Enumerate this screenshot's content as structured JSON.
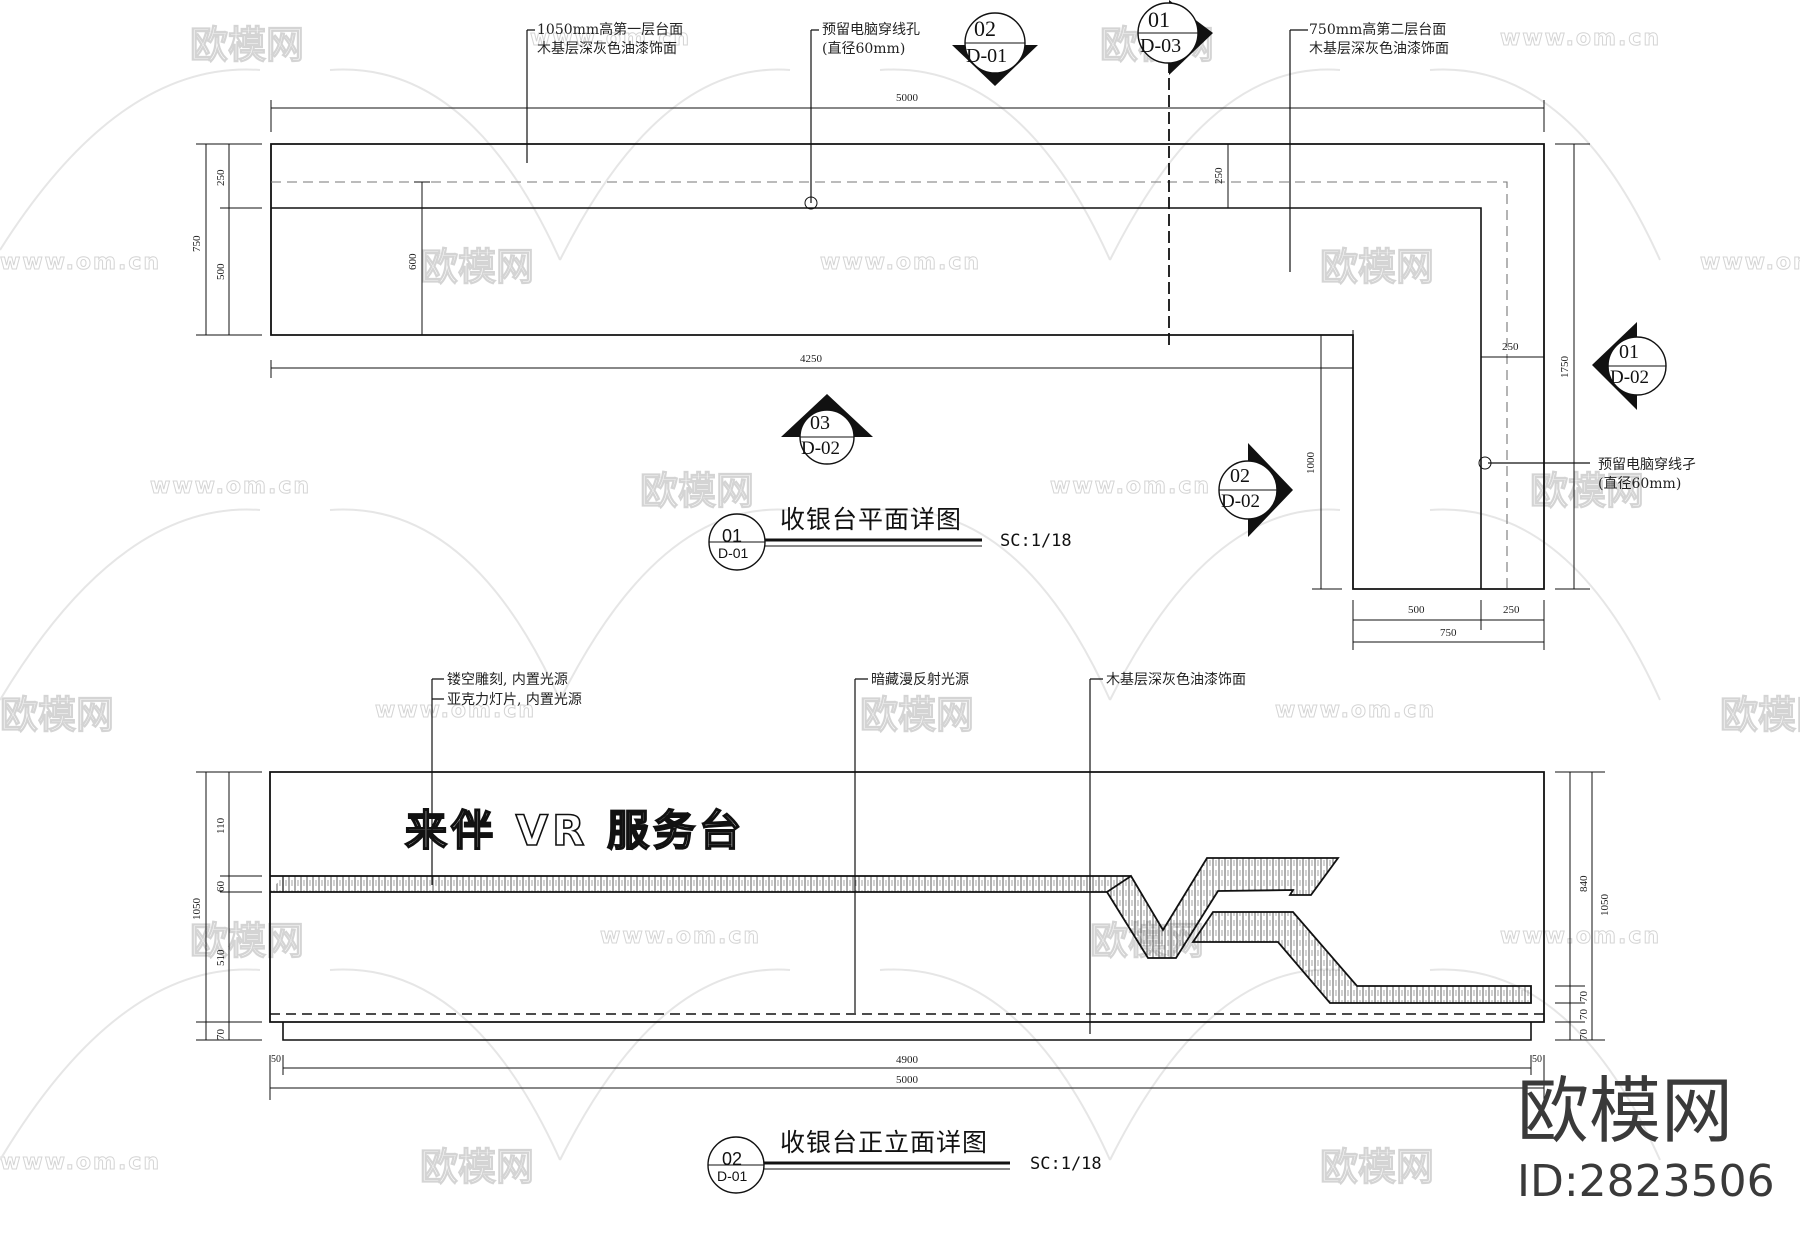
{
  "plan": {
    "title": "收银台平面详图",
    "scale": "SC:1/18",
    "title_marker": {
      "num": "01",
      "sheet": "D-01"
    },
    "notes": [
      {
        "line1": "1050mm高第一层台面",
        "line2": "木基层深灰色油漆饰面"
      },
      {
        "line1": "预留电脑穿线孔",
        "line2": "(直径60mm)"
      },
      {
        "line1": "750mm高第二层台面",
        "line2": "木基层深灰色油漆饰面"
      },
      {
        "line1": "预留电脑穿线孑",
        "line2": "(直径60mm)"
      }
    ],
    "section_markers": [
      {
        "num": "02",
        "sheet": "D-01"
      },
      {
        "num": "01",
        "sheet": "D-03"
      },
      {
        "num": "03",
        "sheet": "D-02"
      },
      {
        "num": "02",
        "sheet": "D-02"
      },
      {
        "num": "01",
        "sheet": "D-02"
      }
    ],
    "dimensions": {
      "overall_width": "5000",
      "left_width": "4250",
      "left_total_depth": "750",
      "left_top": "250",
      "left_bottom": "500",
      "inner_depth": "600",
      "right_top": "250",
      "right_total_depth": "1750",
      "return_depth": "1000",
      "bottom_500": "500",
      "bottom_250": "250",
      "bottom_750": "750",
      "side_250": "250"
    }
  },
  "elevation": {
    "title": "收银台正立面详图",
    "scale": "SC:1/18",
    "title_marker": {
      "num": "02",
      "sheet": "D-01"
    },
    "signage": "来伴 VR 服务台",
    "notes": [
      {
        "line1": "镂空雕刻, 内置光源"
      },
      {
        "line1": "亚克力灯片, 内置光源"
      },
      {
        "line1": "暗藏漫反射光源"
      },
      {
        "line1": "木基层深灰色油漆饰面"
      }
    ],
    "dimensions": {
      "left_110": "110",
      "left_60": "60",
      "left_510": "510",
      "left_70": "70",
      "left_total": "1050",
      "right_840": "840",
      "right_70a": "70",
      "right_70b": "70",
      "right_70c": "70",
      "right_total": "1050",
      "inner_width": "4900",
      "overall_width": "5000",
      "edge_left": "50",
      "edge_right": "50"
    }
  },
  "watermark": {
    "brand": "欧模网",
    "url": "www.om.cn",
    "id_label": "ID:2823506"
  }
}
